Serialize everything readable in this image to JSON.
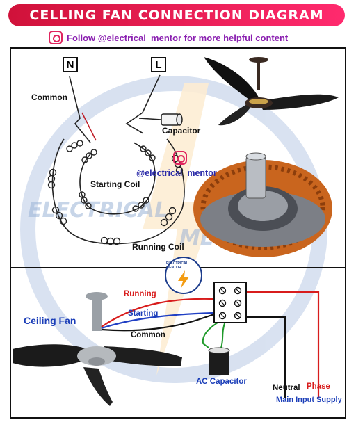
{
  "header": {
    "title": "CELLING FAN CONNECTION DIAGRAM",
    "follow_text": "Follow @electrical_mentor for more helpful content"
  },
  "watermark": {
    "left_word": "ELECTRICAL",
    "right_word": "ME"
  },
  "motor_diagram": {
    "terminal_n": "N",
    "terminal_l": "L",
    "common_label": "Common",
    "capacitor_label": "Capacitor",
    "handle_label": "@electrical_mentor",
    "starting_coil_label": "Starting Coil",
    "running_coil_label": "Running Coil"
  },
  "badge": {
    "text": "ELECTRICAL MENTOR"
  },
  "wiring_diagram": {
    "ceiling_fan_label": "Ceiling Fan",
    "running_label": "Running",
    "starting_label": "Starting",
    "common_label": "Common",
    "ac_capacitor_label": "AC Capacitor",
    "neutral_label": "Neutral",
    "phase_label": "Phase",
    "main_supply_label": "Main Input Supply"
  },
  "colors": {
    "title_bg": "#e0174a",
    "running_wire": "#d81c1c",
    "starting_wire": "#1f3fc4",
    "common_wire": "#111111",
    "capacitor_wire": "#1f9a2a",
    "label_blue": "#1a3db8",
    "phase_red": "#d81c1c"
  },
  "icons": [
    "instagram-icon",
    "ceiling-fan-image",
    "stator-image",
    "capacitor-icon",
    "terminal-block-icon"
  ]
}
